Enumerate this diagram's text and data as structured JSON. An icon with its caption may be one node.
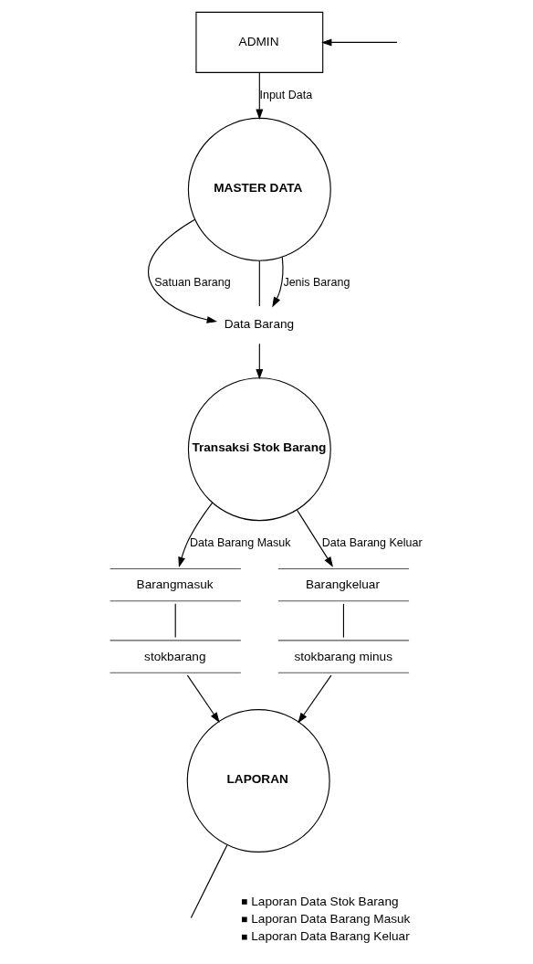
{
  "diagram": {
    "nodes": [
      {
        "text": [
          "ADMIN"
        ]
      },
      {
        "text": [
          "MASTER DATA"
        ]
      },
      {
        "text": [
          "Data Barang"
        ]
      },
      {
        "text": [
          "Transaksi Stok Barang"
        ]
      },
      {
        "text": [
          "Barangmasuk"
        ]
      },
      {
        "text": [
          "stokbarang"
        ]
      },
      {
        "text": [
          "Barangkeluar"
        ]
      },
      {
        "text": [
          "stokbarang minus"
        ]
      },
      {
        "text": [
          "LAPORAN"
        ]
      }
    ],
    "edges": [
      {
        "from": null,
        "to": 0,
        "arrow": "to"
      },
      {
        "from": 0,
        "to": 1,
        "label": "Input Data",
        "arrow": "to"
      },
      {
        "from": 1,
        "to": 2,
        "label": "Satuan Barang",
        "arrow": "to"
      },
      {
        "from": 1,
        "to": 2,
        "arrow": "none"
      },
      {
        "from": 1,
        "to": 2,
        "label": "Jenis Barang",
        "arrow": "to"
      },
      {
        "from": 2,
        "to": 3,
        "arrow": "to"
      },
      {
        "from": 3,
        "to": 4,
        "label": "Data Barang Masuk",
        "arrow": "to"
      },
      {
        "from": 3,
        "to": 6,
        "label": "Data Barang Keluar",
        "arrow": "to"
      },
      {
        "from": 4,
        "to": 5,
        "arrow": "none"
      },
      {
        "from": 6,
        "to": 7,
        "arrow": "none"
      },
      {
        "from": 5,
        "to": 8,
        "arrow": "to"
      },
      {
        "from": 7,
        "to": 8,
        "arrow": "to"
      },
      {
        "from": 8,
        "to": null,
        "arrow": "none"
      }
    ],
    "labels": [
      "Laporan Data Stok Barang",
      "Laporan Data Barang Masuk",
      "Laporan Data Barang Keluar"
    ]
  }
}
